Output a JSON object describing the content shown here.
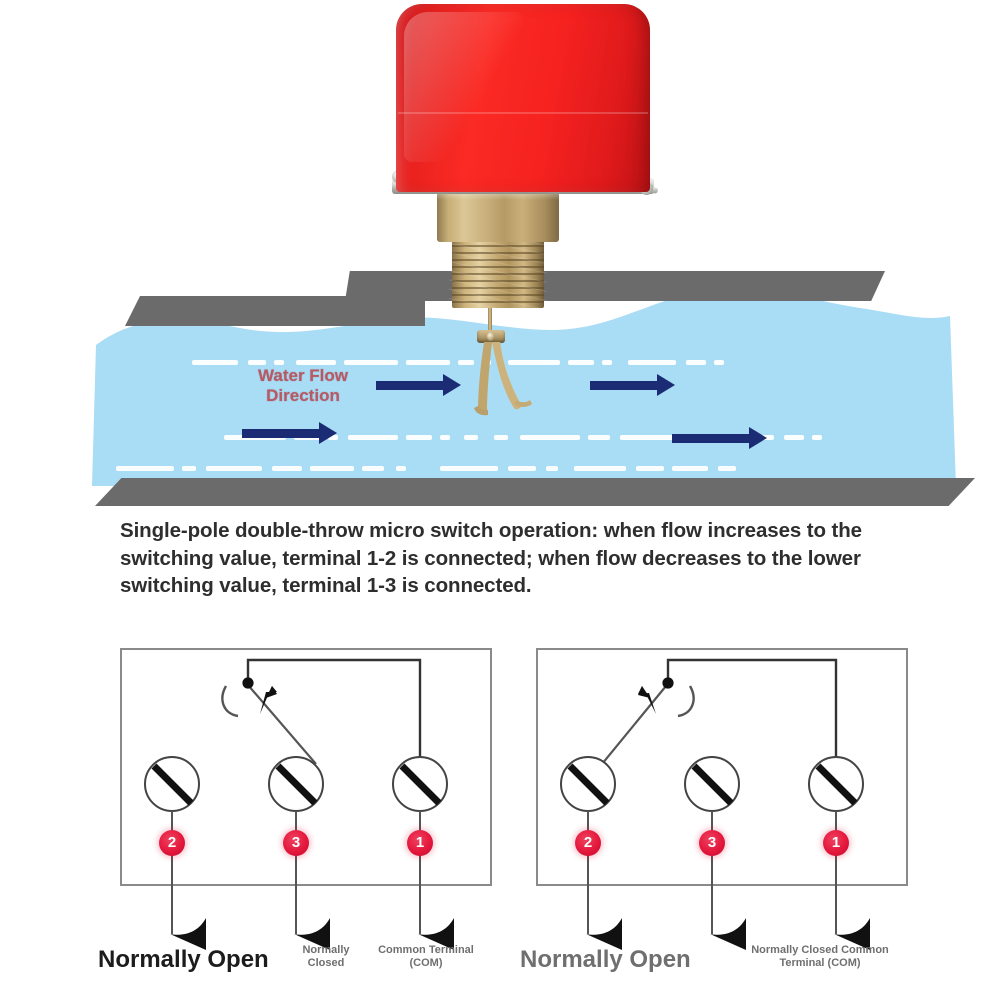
{
  "illustration": {
    "flow_label_line1": "Water Flow",
    "flow_label_line2": "Direction",
    "flow_label_color": "#b85a63",
    "water_color": "#a9dcf5",
    "pipe_color": "#6b6b6b",
    "arrow_color": "#1b2c74",
    "housing_color": "#ed2322",
    "brass_color": "#cdb27b"
  },
  "caption": {
    "text": "Single-pole double-throw micro switch operation: when flow increases to the switching value, terminal 1-2 is connected; when flow decreases to the lower switching value, terminal 1-3 is connected."
  },
  "diagrams": [
    {
      "id": "left",
      "terminals": [
        {
          "badge": "2",
          "label_main": "Normally Open",
          "label_style": "large-dark"
        },
        {
          "badge": "3",
          "label_main": "Normally Closed",
          "label_style": "small-gray"
        },
        {
          "badge": "1",
          "label_main": "Common Terminal (COM)",
          "label_style": "small-gray"
        }
      ],
      "switch_state": "contact-closed-to-3",
      "labels": {
        "normally_open": "Normally Open",
        "normally_closed_l1": "Normally",
        "normally_closed_l2": "Closed",
        "common_l1": "Common Terminal",
        "common_l2": "(COM)"
      }
    },
    {
      "id": "right",
      "terminals": [
        {
          "badge": "2",
          "label_main": "Normally Open",
          "label_style": "large-gray"
        },
        {
          "badge": "3",
          "label_main": "Normally Closed Common Terminal (COM)",
          "label_style": "small-gray"
        },
        {
          "badge": "1",
          "label_main": "",
          "label_style": "none"
        }
      ],
      "switch_state": "contact-closed-to-2",
      "labels": {
        "normally_open": "Normally Open",
        "nc_com_l1": "Normally Closed Common",
        "nc_com_l2": "Terminal (COM)"
      }
    }
  ],
  "colors": {
    "badge_red": "#e3183c",
    "box_border": "#8a8a8a",
    "wire": "#4a4a4a",
    "text_dark": "#1c1c1c",
    "text_gray": "#6f6f6f"
  }
}
